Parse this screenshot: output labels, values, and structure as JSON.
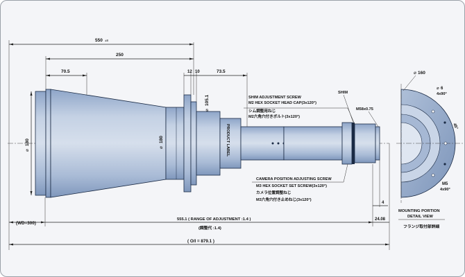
{
  "dimensions": {
    "total_length": "550",
    "total_length_suffix": "±8",
    "front_length": "250",
    "cone_length": "70.5",
    "flange_a": "12",
    "flange_b": "10",
    "rear_body": "73.5",
    "front_dia": "180",
    "cone_dia": "180",
    "flange_dia": "105.1",
    "wd": "(WD=300)",
    "range_adjust": "555.1 ( RANGE OF ADJUSTMENT :1.4 )",
    "range_adjust_jp": "(調整代 :1.4)",
    "back_focus": "24.08",
    "back_gap": "4",
    "oi": "( O/I = 879.1 )",
    "thread": "M58x0.75"
  },
  "labels": {
    "shim_screw_en1": "SHIM ADJUSTMENT SCREW",
    "shim_screw_en2": "M2 HEX SOCKET HEAD CAP(3x120°)",
    "shim_screw_jp1": "シム調整用ねじ",
    "shim_screw_jp2": "M2六角穴付きボルト(3x120°)",
    "shim": "SHIM",
    "camera_screw_en1": "CAMERA POSITION ADJUSTING SCREW",
    "camera_screw_en2": "M3 HEX SOCKET SET SCREW(3x120°)",
    "camera_screw_jp1": "カメラ位置調整ねじ",
    "camera_screw_jp2": "M3六角穴付き止めねじ(3x120°)",
    "product_label": "PRODUCT LABEL"
  },
  "detail": {
    "dia": "160",
    "hole_a": "6",
    "hole_a_qty": "4x90°",
    "angle": "45°",
    "tap": "M5",
    "tap_qty": "4x90°",
    "title1": "MOUNTING PORTION",
    "title2": "DETAIL VIEW",
    "title_jp": "フランジ取付部詳細"
  },
  "colors": {
    "body_light": "#c8d4e6",
    "body_mid": "#9fb4d2",
    "body_dark": "#6f86aa",
    "outline": "#1a2a44",
    "background": "#f4f5f8"
  }
}
